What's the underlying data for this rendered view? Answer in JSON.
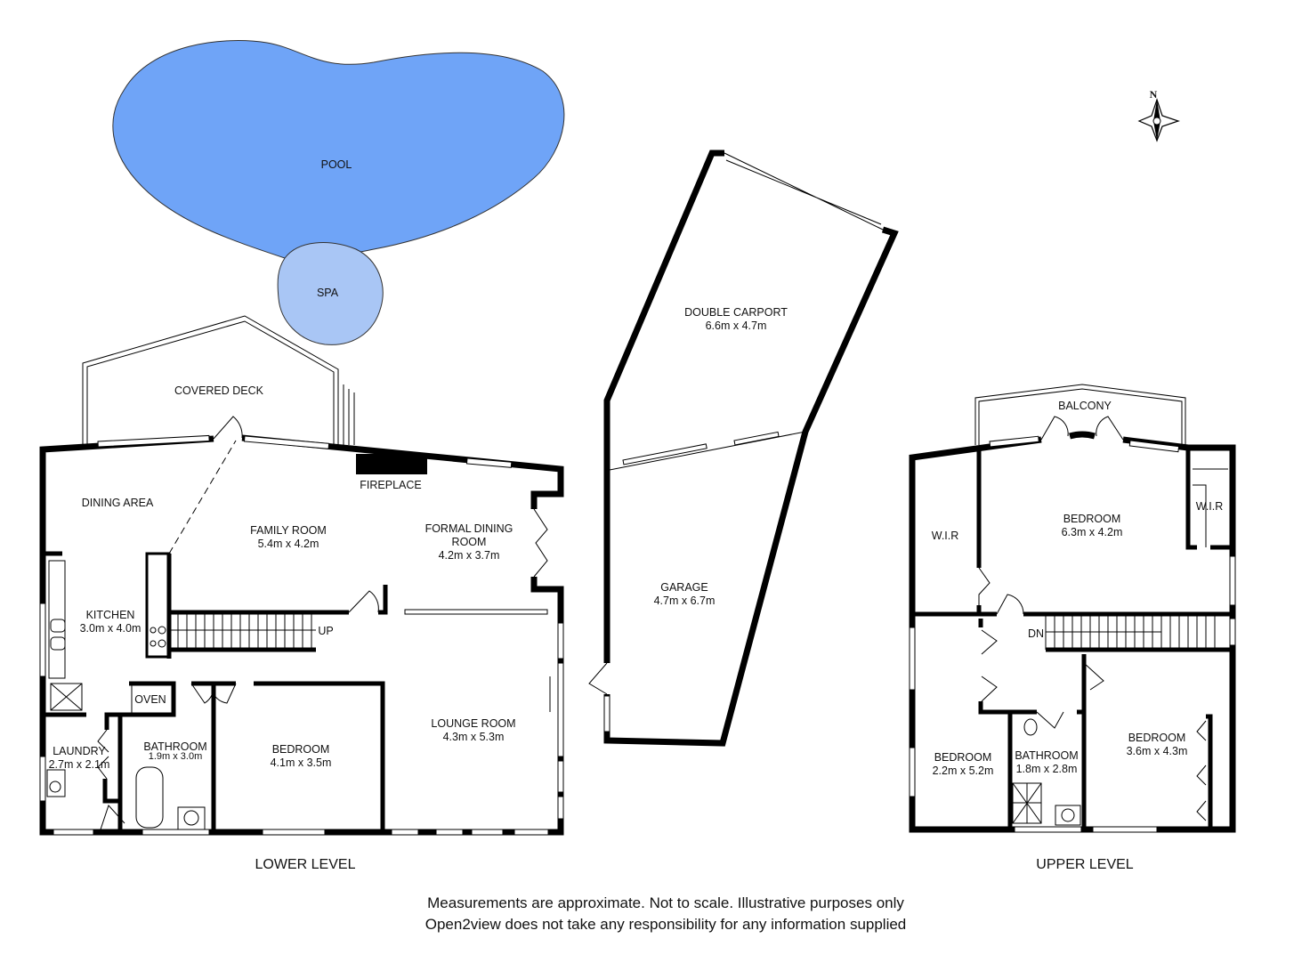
{
  "outdoor": {
    "pool": "POOL",
    "spa": "SPA",
    "covered_deck": "COVERED DECK",
    "pool_color": "#6fa4f7",
    "spa_color": "#a9c6f5"
  },
  "lower_level": {
    "title": "LOWER LEVEL",
    "dining_area": "DINING AREA",
    "fireplace": "FIREPLACE",
    "family_room": {
      "name": "FAMILY ROOM",
      "size": "5.4m x 4.2m"
    },
    "formal_dining": {
      "name1": "FORMAL DINING",
      "name2": "ROOM",
      "size": "4.2m x 3.7m"
    },
    "kitchen": {
      "name": "KITCHEN",
      "size": "3.0m x 4.0m"
    },
    "stairs": "UP",
    "oven": "OVEN",
    "laundry": {
      "name": "LAUNDRY",
      "size": "2.7m x 2.1m"
    },
    "bathroom": {
      "name": "BATHROOM",
      "size": "1.9m x 3.0m"
    },
    "bedroom": {
      "name": "BEDROOM",
      "size": "4.1m x 3.5m"
    },
    "lounge": {
      "name": "LOUNGE ROOM",
      "size": "4.3m x 5.3m"
    }
  },
  "carport_block": {
    "carport": {
      "name": "DOUBLE CARPORT",
      "size": "6.6m x 4.7m"
    },
    "garage": {
      "name": "GARAGE",
      "size": "4.7m x 6.7m"
    }
  },
  "upper_level": {
    "title": "UPPER LEVEL",
    "balcony": "BALCONY",
    "wir_left": "W.I.R",
    "wir_right": "W.I.R",
    "master": {
      "name": "BEDROOM",
      "size": "6.3m x 4.2m"
    },
    "stairs": "DN",
    "bedroom2": {
      "name": "BEDROOM",
      "size": "2.2m x 5.2m"
    },
    "bathroom": {
      "name": "BATHROOM",
      "size": "1.8m x 2.8m"
    },
    "bedroom3": {
      "name": "BEDROOM",
      "size": "3.6m x 4.3m"
    }
  },
  "compass": "N",
  "disclaimer": {
    "line1": "Measurements are approximate. Not to scale. Illustrative purposes only",
    "line2": "Open2view does not take any responsibility for any information supplied"
  }
}
